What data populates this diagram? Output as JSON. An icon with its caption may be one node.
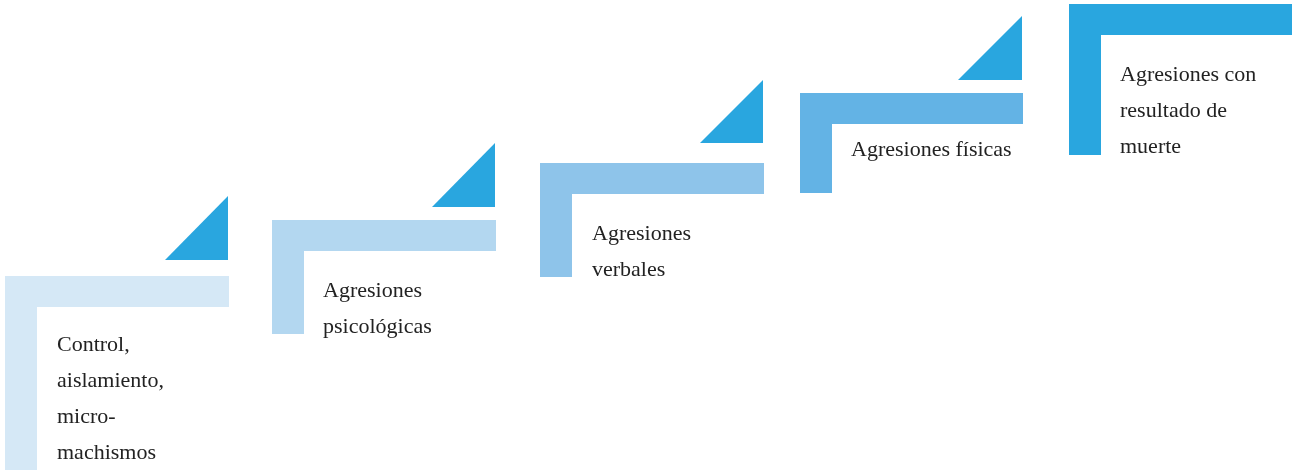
{
  "diagram": {
    "nodes": [
      {
        "text": [
          "Control, aislamiento, micro- machismos"
        ]
      },
      {
        "text": [
          "Agresiones psicológicas"
        ]
      },
      {
        "text": [
          "Agresiones verbales"
        ]
      },
      {
        "text": [
          "Agresiones físicas"
        ]
      },
      {
        "text": [
          "Agresiones con resultado de muerte"
        ]
      }
    ]
  }
}
